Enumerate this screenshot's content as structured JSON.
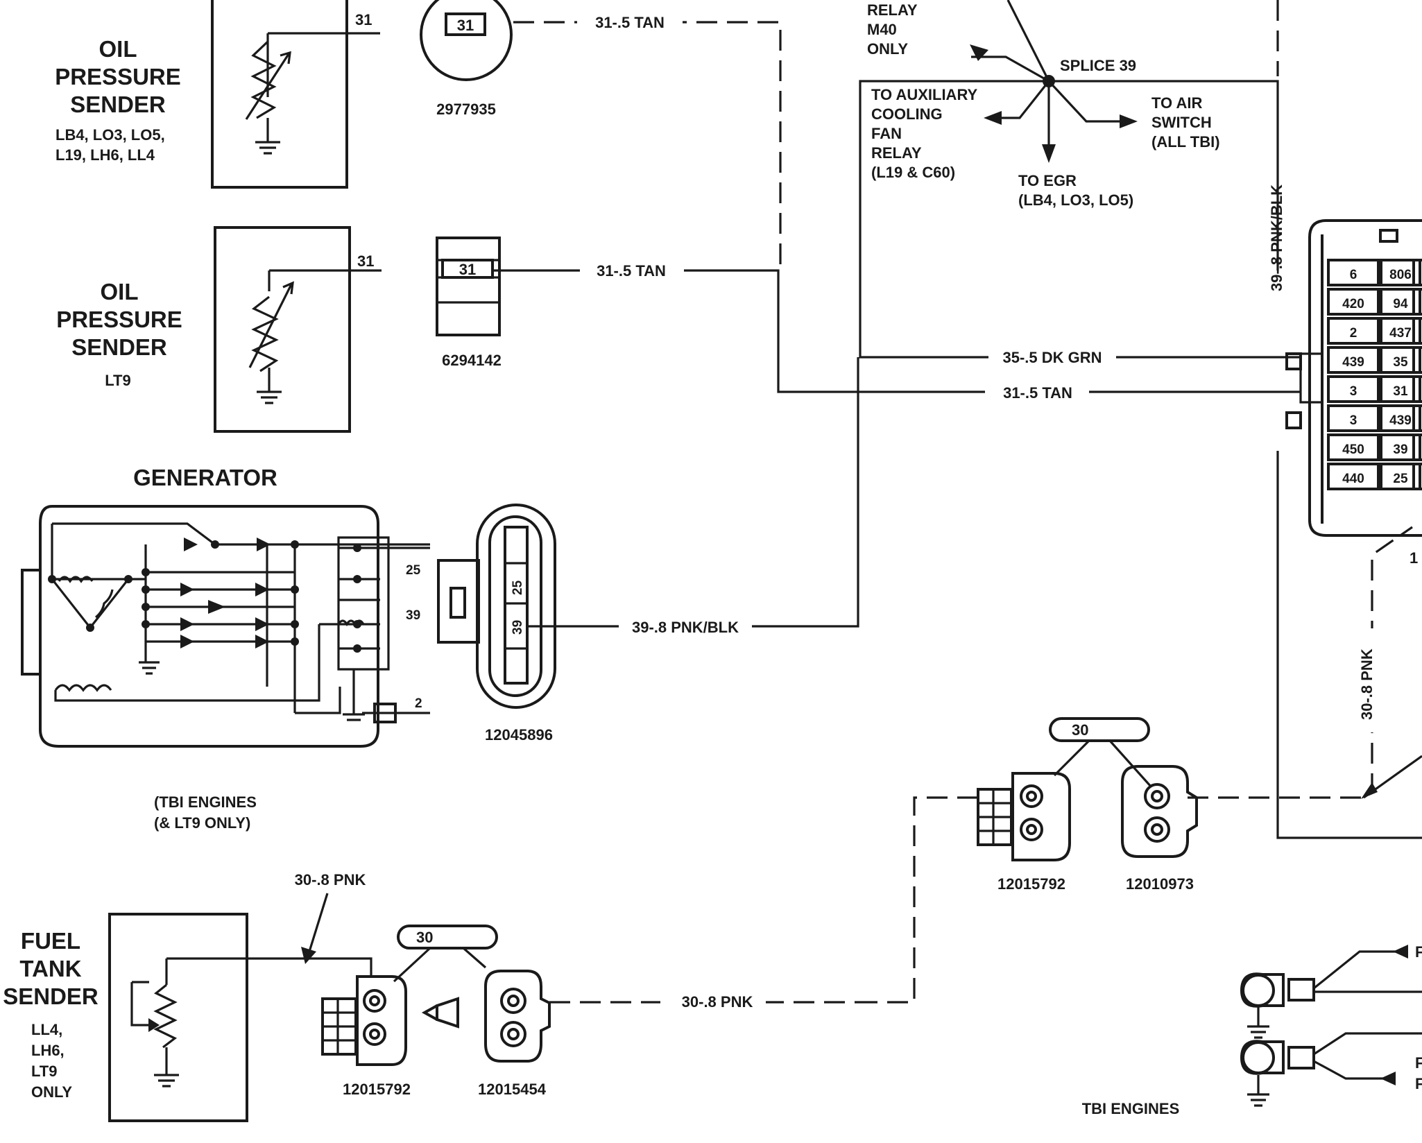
{
  "components": {
    "oil_sender_1": {
      "title": [
        "OIL",
        "PRESSURE",
        "SENDER"
      ],
      "engines": [
        "LB4, LO3, LO5,",
        "L19, LH6, LL4"
      ],
      "terminal": "31"
    },
    "oil_sender_2": {
      "title": [
        "OIL",
        "PRESSURE",
        "SENDER"
      ],
      "engines": [
        "LT9"
      ],
      "terminal": "31"
    },
    "generator": {
      "title": "GENERATOR",
      "terminals": [
        "25",
        "39",
        "2"
      ],
      "note": [
        "(TBI ENGINES",
        "(& LT9 ONLY)"
      ]
    },
    "fuel_sender": {
      "title": [
        "FUEL",
        "TANK",
        "SENDER"
      ],
      "engines": [
        "LL4,",
        "LH6,",
        "LT9",
        "ONLY"
      ]
    },
    "splice": {
      "label": "SPLICE 39",
      "relay_text": [
        "RELAY",
        "M40",
        "ONLY"
      ],
      "aux_fan": [
        "TO AUXILIARY",
        "COOLING",
        "FAN",
        "RELAY",
        "(L19 & C60)"
      ],
      "air_switch": [
        "TO AIR",
        "SWITCH",
        "(ALL TBI)"
      ],
      "egr": [
        "TO EGR",
        "(LB4, LO3, LO5)"
      ]
    },
    "bulkhead": {
      "rows": [
        [
          "6",
          "806"
        ],
        [
          "420",
          "94"
        ],
        [
          "2",
          "437"
        ],
        [
          "439",
          "35"
        ],
        [
          "3",
          "31"
        ],
        [
          "3",
          "439"
        ],
        [
          "450",
          "39"
        ],
        [
          "440",
          "25"
        ]
      ],
      "cut_label": "1"
    },
    "footer_note": "TBI ENGINES",
    "ground_labels": [
      "F",
      "F",
      "F"
    ]
  },
  "connectors": {
    "c_2977935": {
      "part": "2977935",
      "cavity": "31"
    },
    "c_6294142": {
      "part": "6294142",
      "cavity": "31"
    },
    "c_12045896": {
      "part": "12045896",
      "cavities": [
        "25",
        "39"
      ]
    },
    "c_12015792_a": {
      "part": "12015792"
    },
    "c_12010973": {
      "part": "12010973"
    },
    "c_12015792_b": {
      "part": "12015792"
    },
    "c_12015454": {
      "part": "12015454"
    },
    "tag_a": "30",
    "tag_b": "30"
  },
  "wires": {
    "w1": "31-.5 TAN",
    "w2": "31-.5 TAN",
    "w3": "35-.5 DK GRN",
    "w4": "31-.5 TAN",
    "w5": "39-.8 PNK/BLK",
    "w6": "39-.8 PNK/BLK",
    "w7": "30-.8 PNK",
    "w8": "30-.8 PNK",
    "w9": "30-.8 PNK"
  }
}
